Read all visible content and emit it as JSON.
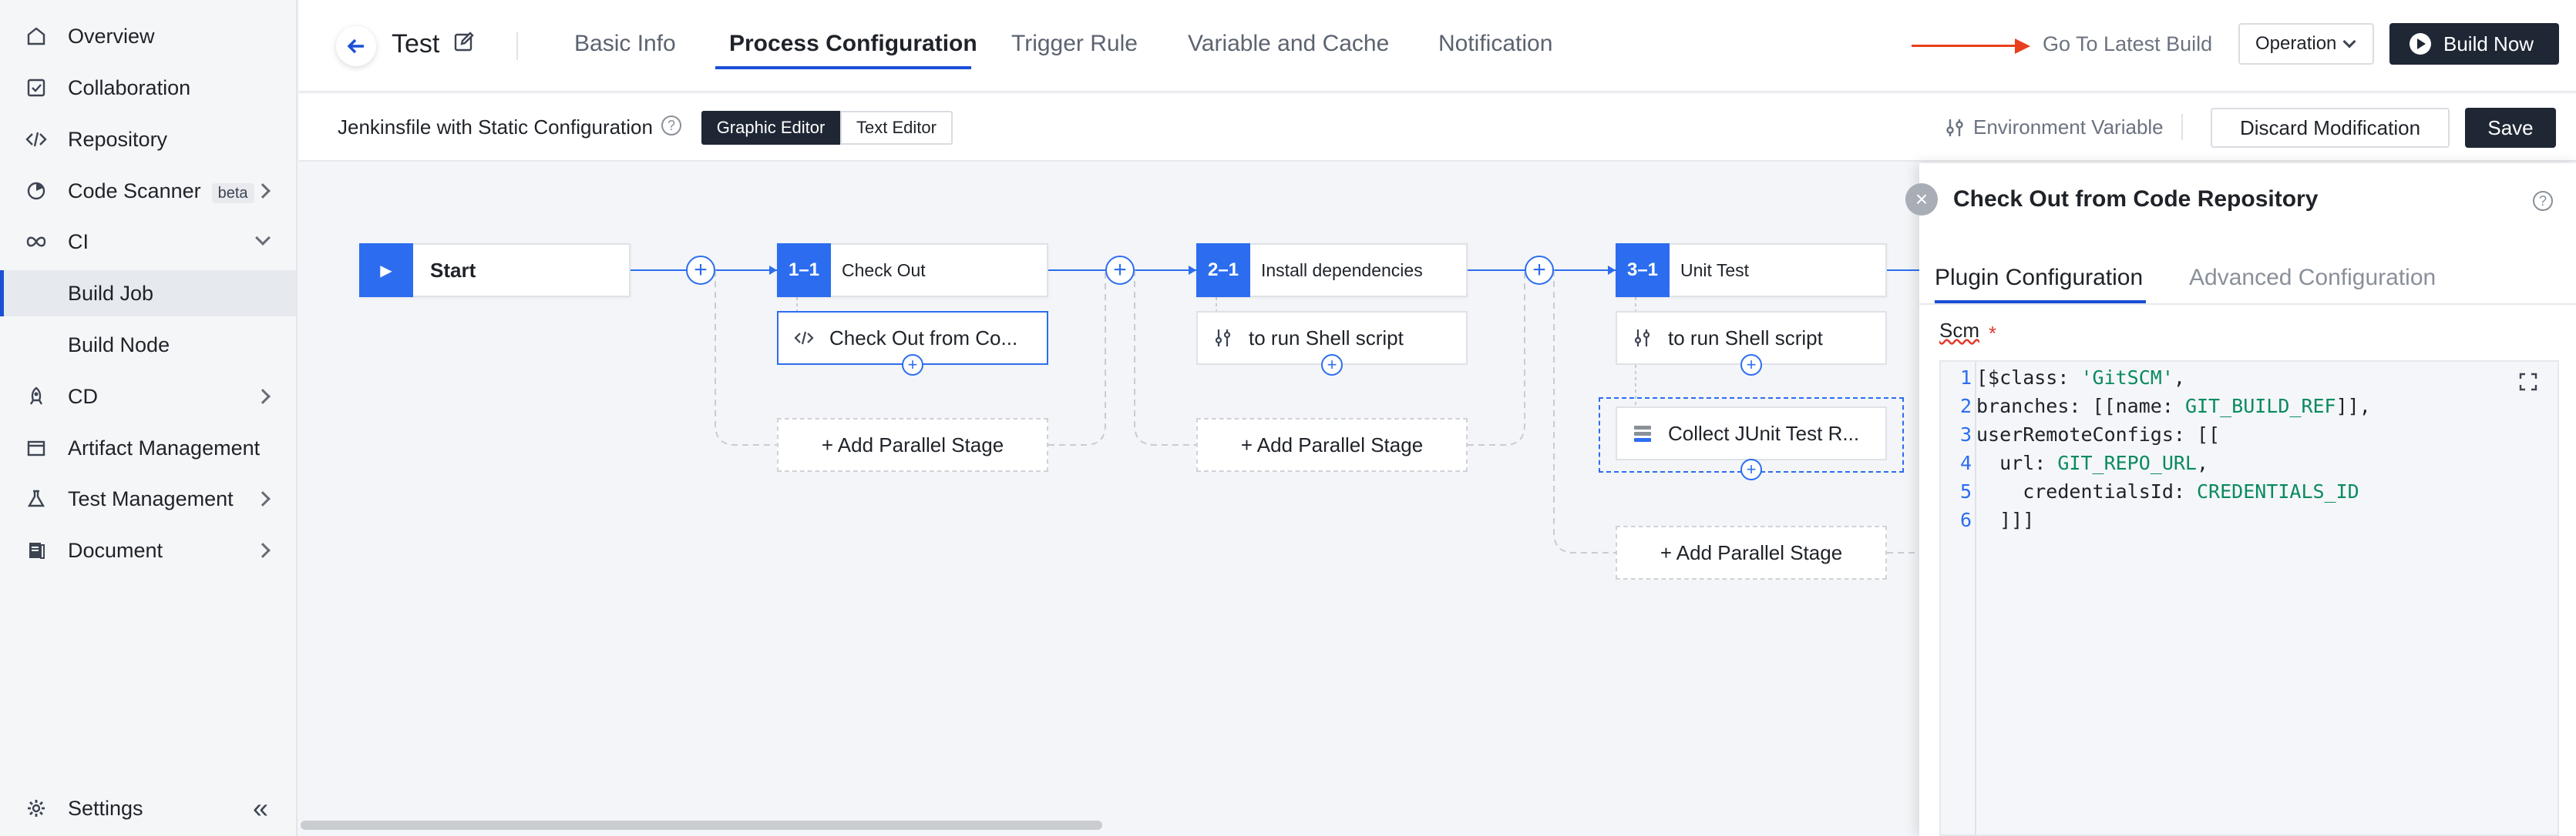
{
  "sidebar": {
    "items": [
      {
        "label": "Overview"
      },
      {
        "label": "Collaboration"
      },
      {
        "label": "Repository"
      },
      {
        "label": "Code Scanner",
        "badge": "beta"
      },
      {
        "label": "CI"
      },
      {
        "label": "Build Job"
      },
      {
        "label": "Build Node"
      },
      {
        "label": "CD"
      },
      {
        "label": "Artifact Management"
      },
      {
        "label": "Test Management"
      },
      {
        "label": "Document"
      }
    ],
    "settings_label": "Settings"
  },
  "header": {
    "job_title": "Test",
    "tabs": [
      {
        "label": "Basic Info"
      },
      {
        "label": "Process Configuration"
      },
      {
        "label": "Trigger Rule"
      },
      {
        "label": "Variable and Cache"
      },
      {
        "label": "Notification"
      }
    ],
    "latest_build_label": "Go To Latest Build",
    "operation_label": "Operation",
    "build_now_label": "Build Now"
  },
  "toolbar": {
    "jenkinsfile_label": "Jenkinsfile with Static Configuration",
    "graphic_editor_label": "Graphic Editor",
    "text_editor_label": "Text Editor",
    "env_var_label": "Environment Variable",
    "discard_label": "Discard Modification",
    "save_label": "Save"
  },
  "pipeline": {
    "start_label": "Start",
    "stages": [
      {
        "num": "1–1",
        "name": "Check Out",
        "step": "Check Out from Co..."
      },
      {
        "num": "2–1",
        "name": "Install dependencies",
        "step": "to run Shell script"
      },
      {
        "num": "3–1",
        "name": "Unit Test",
        "step": "to run Shell script",
        "step2": "Collect JUnit Test R..."
      }
    ],
    "add_parallel_label": "+ Add Parallel Stage"
  },
  "panel": {
    "title": "Check Out from Code Repository",
    "tab_plugin": "Plugin Configuration",
    "tab_advanced": "Advanced Configuration",
    "scm_label": "Scm",
    "required_mark": "*",
    "code_lines": [
      {
        "n": "1",
        "pre": "[$class: ",
        "tok": "'GitSCM'",
        "post": ","
      },
      {
        "n": "2",
        "pre": "branches: [[name: ",
        "tok": "GIT_BUILD_REF",
        "post": "]],"
      },
      {
        "n": "3",
        "pre": "userRemoteConfigs: [[",
        "tok": "",
        "post": ""
      },
      {
        "n": "4",
        "pre": "  url: ",
        "tok": "GIT_REPO_URL",
        "post": ","
      },
      {
        "n": "5",
        "pre": "    credentialsId: ",
        "tok": "CREDENTIALS_ID",
        "post": ""
      },
      {
        "n": "6",
        "pre": "  ]]]",
        "tok": "",
        "post": ""
      }
    ]
  },
  "colors": {
    "accent": "#2c6df0",
    "dark": "#1f2735",
    "annotation_arrow": "#e8401c"
  }
}
